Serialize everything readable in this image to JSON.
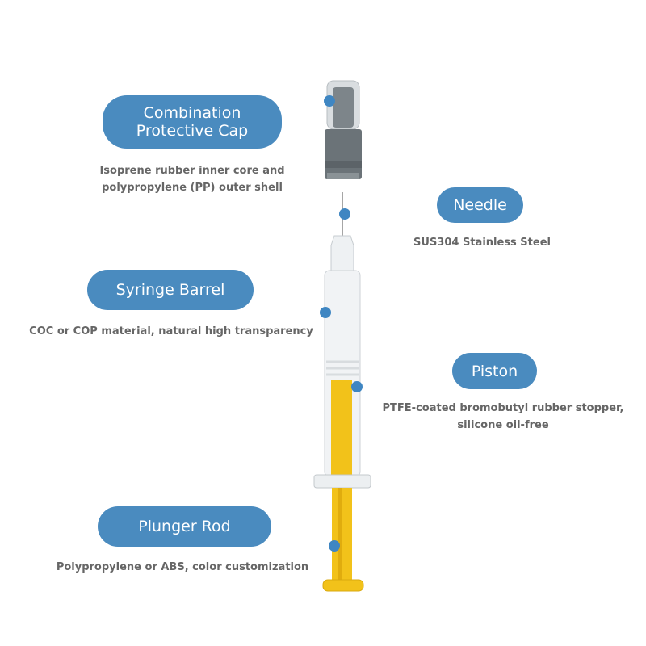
{
  "callouts": [
    {
      "id": "cap",
      "title_line1": "Combination",
      "title_line2": "Protective Cap",
      "desc_line1": "Isoprene rubber inner core and",
      "desc_line2": "polypropylene (PP) outer shell"
    },
    {
      "id": "needle",
      "title": "Needle",
      "desc": "SUS304 Stainless Steel"
    },
    {
      "id": "barrel",
      "title": "Syringe Barrel",
      "desc": "COC or COP material, natural high transparency"
    },
    {
      "id": "piston",
      "title": "Piston",
      "desc_line1": "PTFE-coated bromobutyl rubber stopper,",
      "desc_line2": "silicone oil-free"
    },
    {
      "id": "plunger",
      "title": "Plunger Rod",
      "desc": "Polypropylene or ABS, color customization"
    }
  ],
  "colors": {
    "pill": "#4a8bbf",
    "dot": "#3f86c2",
    "text": "#666666",
    "rod": "#f2c21a",
    "cap": "#6b7378"
  }
}
